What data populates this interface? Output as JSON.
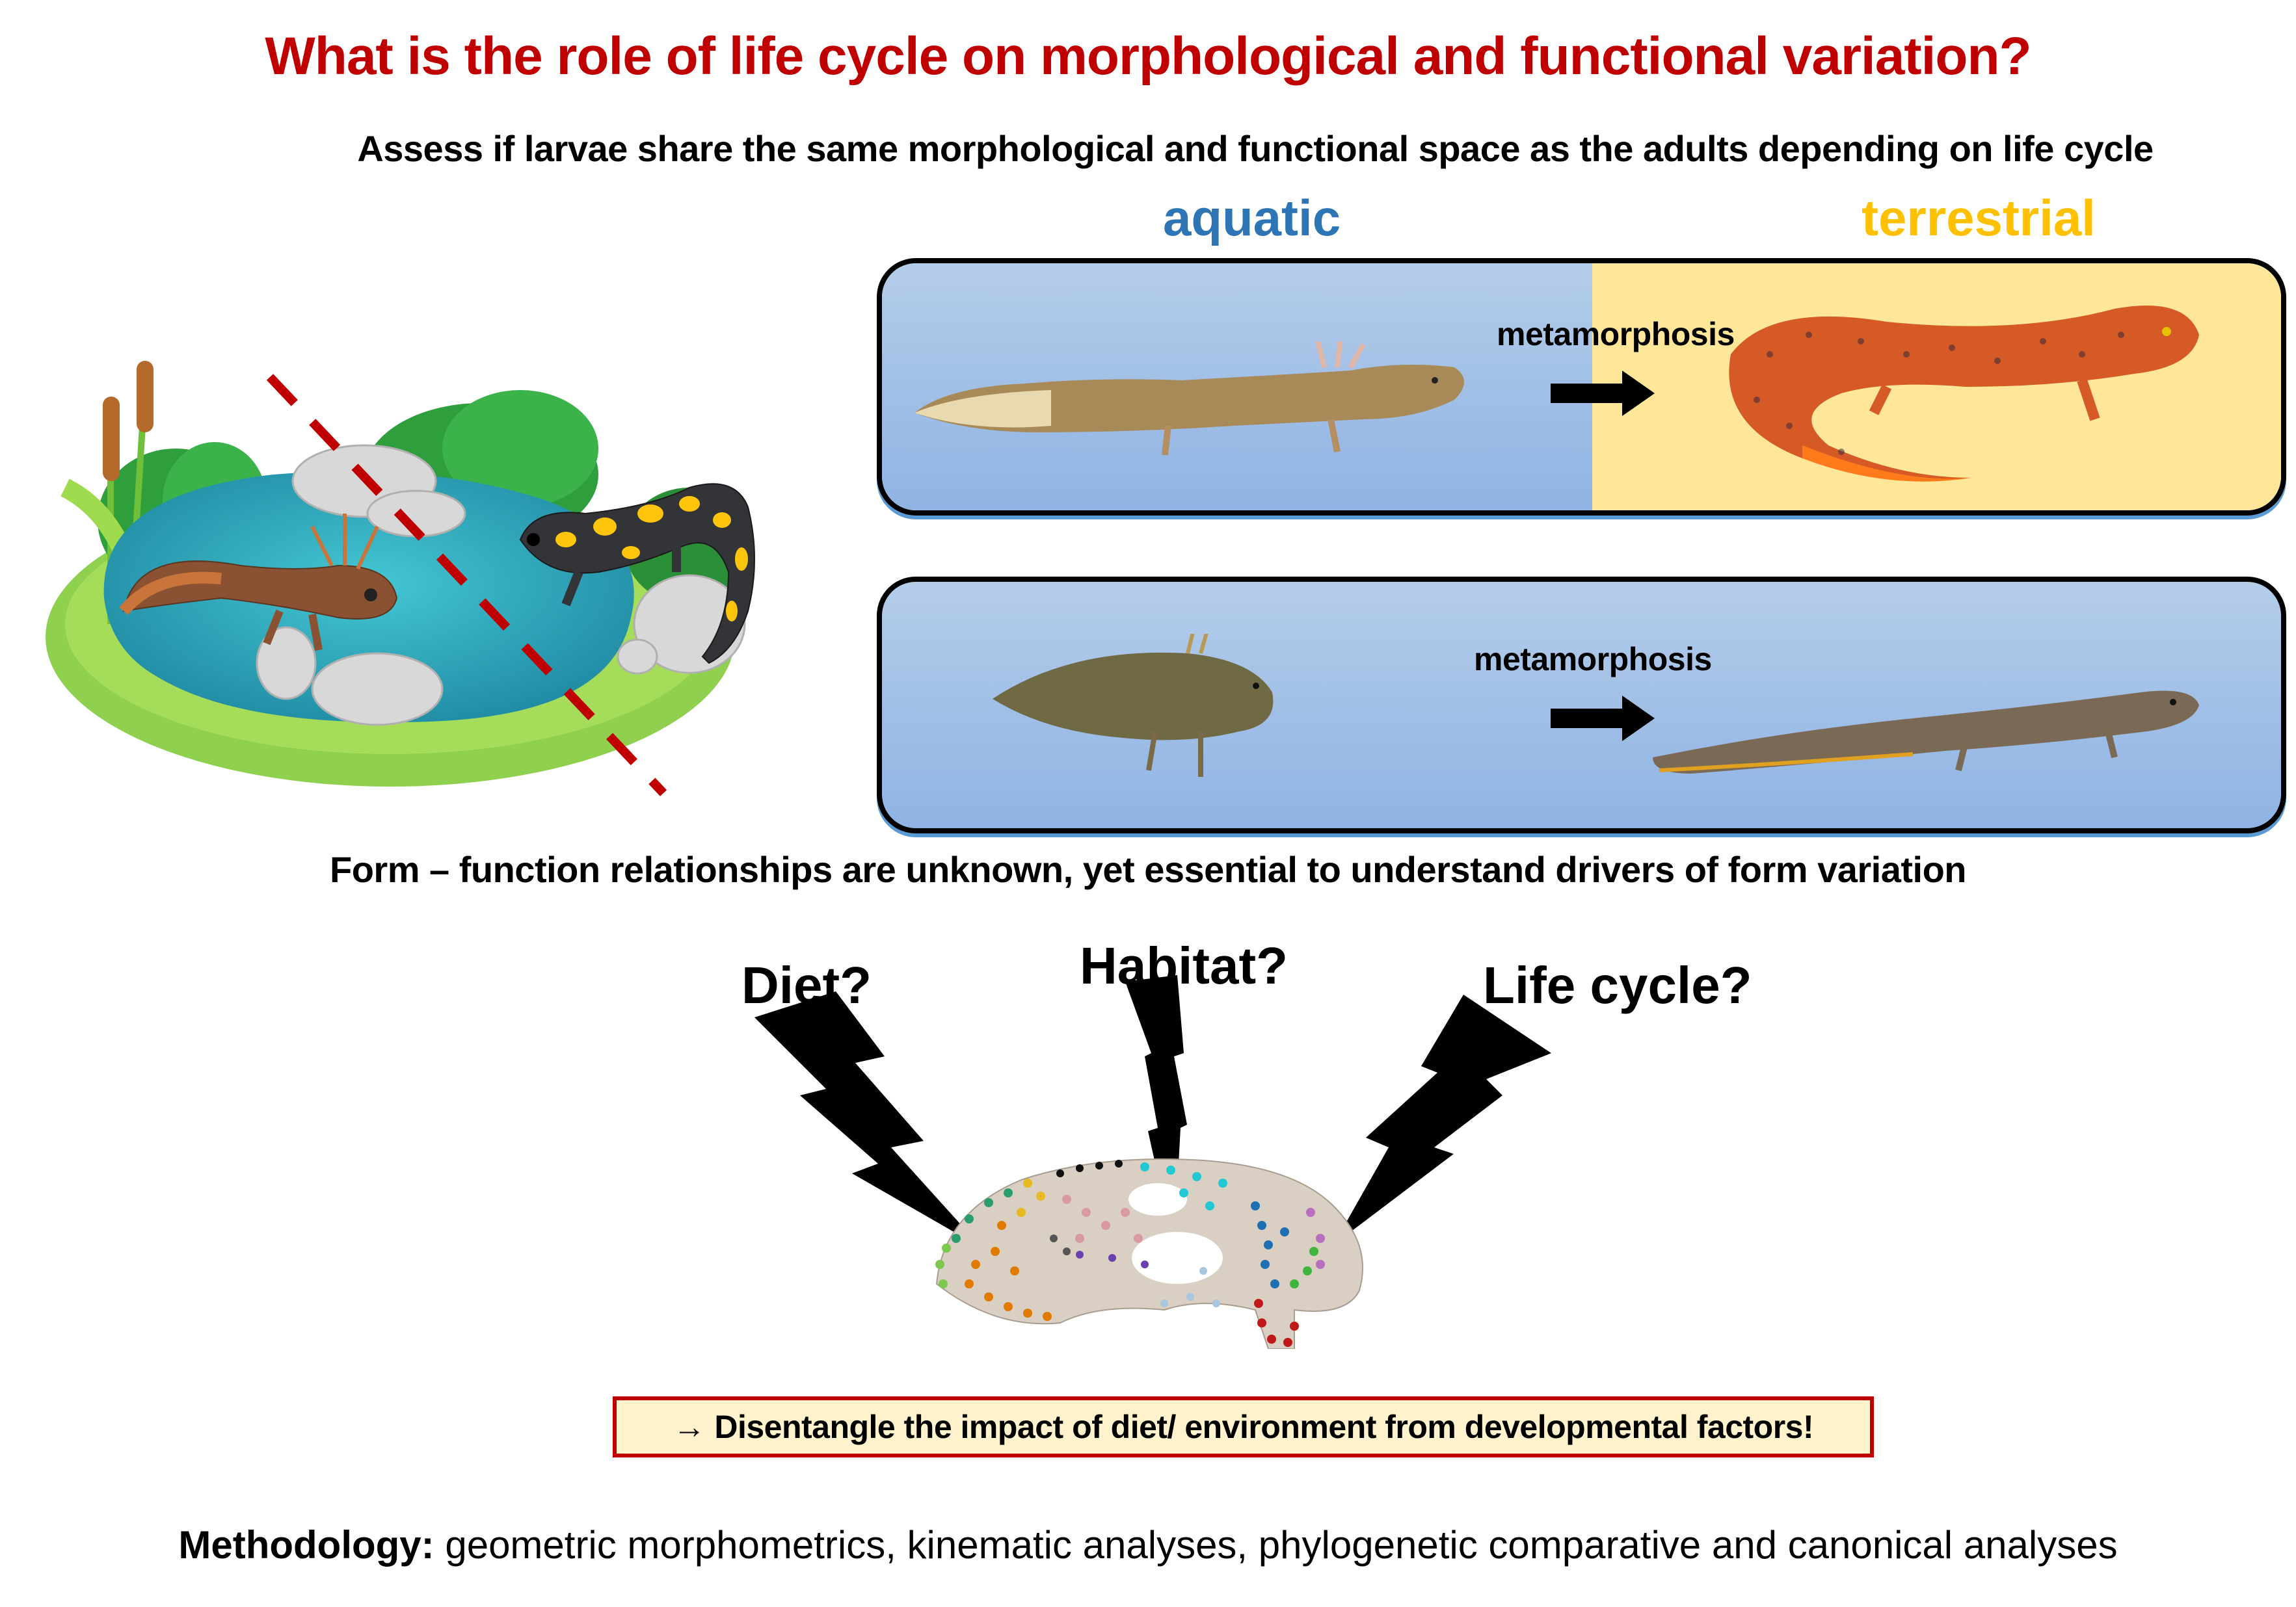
{
  "header": {
    "title": "What is the role of life cycle on morphological and functional variation?",
    "title_color": "#C00000",
    "subtitle": "Assess if larvae share the same morphological and functional space as the adults depending on life cycle"
  },
  "habitats": {
    "aquatic": {
      "label": "aquatic",
      "color": "#2E75B6",
      "panel_color": "#A9C4E8"
    },
    "terrestrial": {
      "label": "terrestrial",
      "color": "#FFC000",
      "panel_color": "#FFE699"
    }
  },
  "illustration": {
    "description": "pond-scene-with-larva-and-fire-salamander",
    "divider_color": "#C00000"
  },
  "panels": [
    {
      "id": "biphasic",
      "larva": "aquatic-larva-photo",
      "transition_label": "metamorphosis",
      "adult": "terrestrial-red-salamander-photo"
    },
    {
      "id": "aquatic-adult",
      "larva": "pond-larva-photo",
      "transition_label": "metamorphosis",
      "adult": "aquatic-newt-photo"
    }
  ],
  "statement": "Form – function relationships are unknown, yet essential to understand drivers of form variation",
  "factors": [
    {
      "label": "Diet?"
    },
    {
      "label": "Habitat?"
    },
    {
      "label": "Life cycle?"
    }
  ],
  "skull": {
    "description": "salamander-skull-with-landmarks",
    "landmark_colors": [
      "#e07b00",
      "#2a9d6f",
      "#7ec850",
      "#e8b923",
      "#111111",
      "#d89aa0",
      "#22c8d4",
      "#1f6fb5",
      "#c01818",
      "#b86fc0",
      "#3fb53f",
      "#6a3fb0",
      "#a7c7e0",
      "#555555"
    ]
  },
  "conclusion": {
    "arrow": "→",
    "text": "Disentangle the impact of diet/ environment from developmental factors!",
    "border_color": "#C00000",
    "background": "#FFF2CC"
  },
  "methodology": {
    "label": "Methodology:",
    "text": " geometric morphometrics, kinematic analyses, phylogenetic comparative and canonical analyses"
  }
}
